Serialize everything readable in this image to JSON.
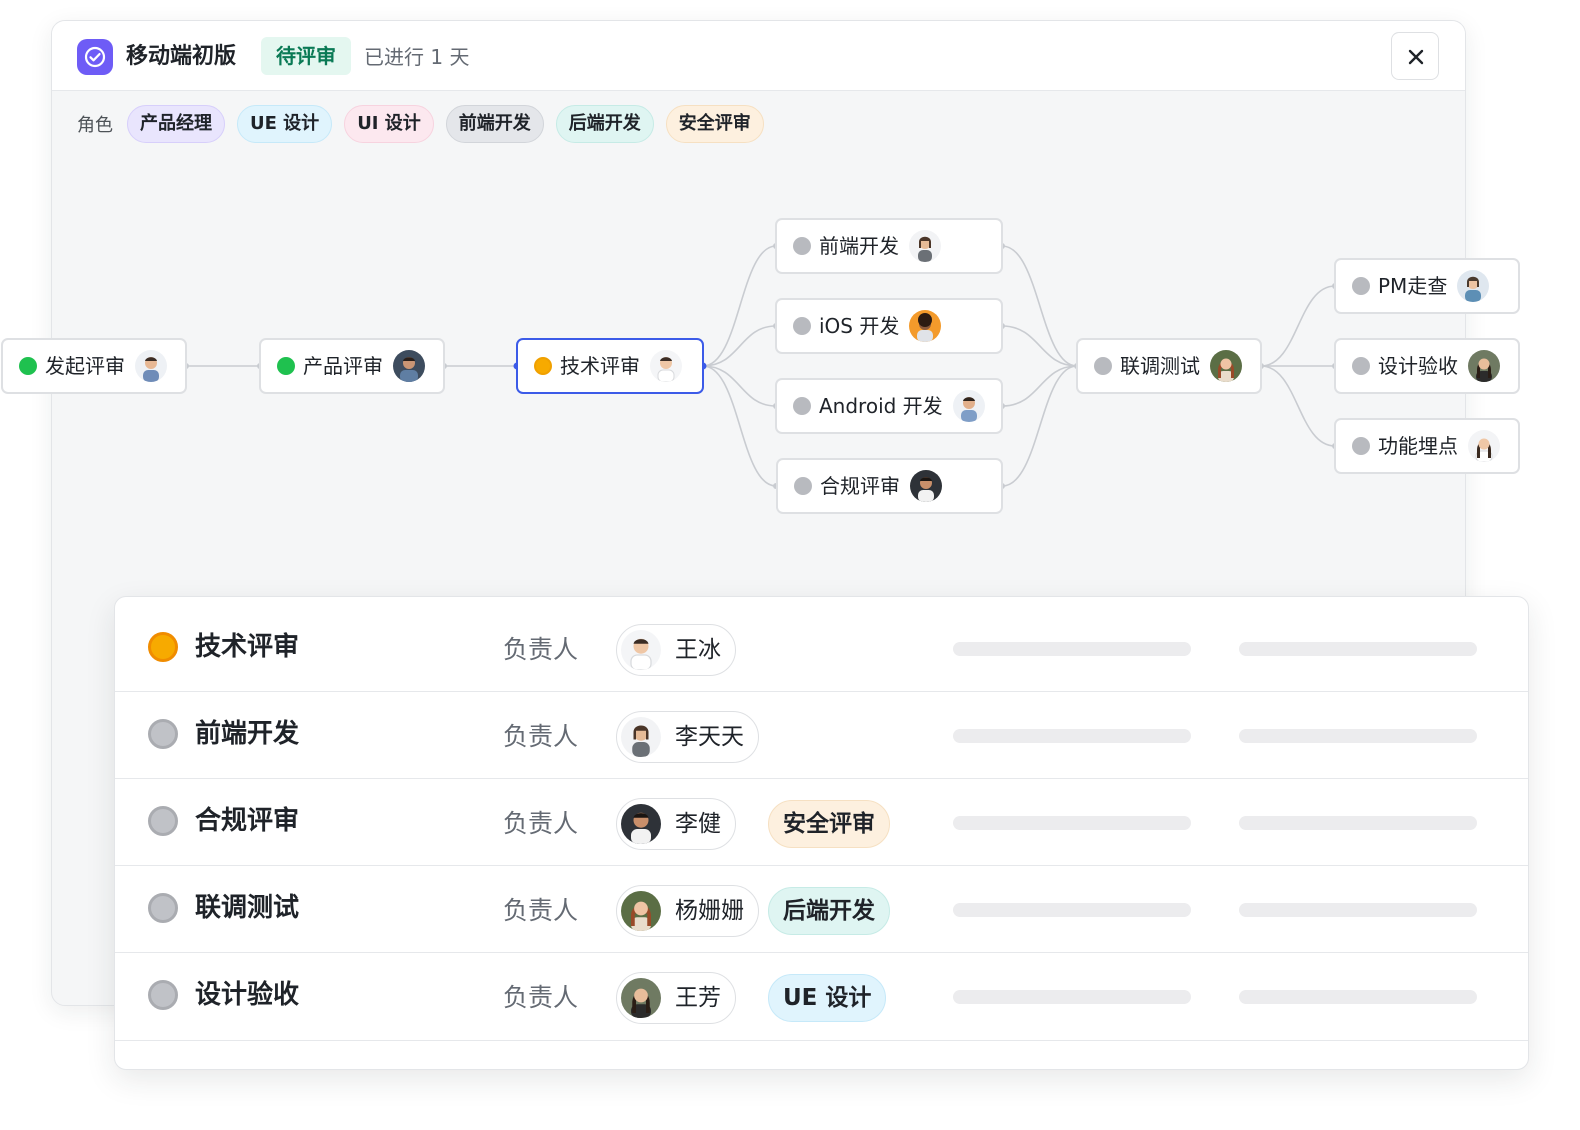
{
  "window": {
    "title": "移动端初版",
    "status": "待评审",
    "elapsed": "已进行 1 天",
    "logo_icon": "check-circle-icon",
    "close_icon": "close-icon"
  },
  "roles": {
    "label": "角色",
    "tags": [
      {
        "label": "产品经理",
        "bg": "#e9e5fd",
        "border": "#d7cffb"
      },
      {
        "label": "UE 设计",
        "bg": "#e0f4fd",
        "border": "#c6e9f9"
      },
      {
        "label": "UI 设计",
        "bg": "#fce8ef",
        "border": "#f7d3df"
      },
      {
        "label": "前端开发",
        "bg": "#e4e6ea",
        "border": "#d2d5da"
      },
      {
        "label": "后端开发",
        "bg": "#dff5f2",
        "border": "#c6ebe6"
      },
      {
        "label": "安全评审",
        "bg": "#fdf0df",
        "border": "#f6e0c2"
      }
    ]
  },
  "flow": {
    "nodes": [
      {
        "id": "start",
        "label": "发起评审",
        "status": "done"
      },
      {
        "id": "product",
        "label": "产品评审",
        "status": "done"
      },
      {
        "id": "tech",
        "label": "技术评审",
        "status": "in-progress"
      },
      {
        "id": "frontend",
        "label": "前端开发",
        "status": "pending"
      },
      {
        "id": "ios",
        "label": "iOS 开发",
        "status": "pending"
      },
      {
        "id": "android",
        "label": "Android 开发",
        "status": "pending"
      },
      {
        "id": "compliance",
        "label": "合规评审",
        "status": "pending"
      },
      {
        "id": "integration",
        "label": "联调测试",
        "status": "pending"
      },
      {
        "id": "pm",
        "label": "PM走查",
        "status": "pending"
      },
      {
        "id": "design",
        "label": "设计验收",
        "status": "pending"
      },
      {
        "id": "tracking",
        "label": "功能埋点",
        "status": "pending"
      }
    ]
  },
  "details": {
    "owner_label": "负责人",
    "rows": [
      {
        "title": "技术评审",
        "status": "in-progress",
        "owner": "王冰",
        "tag": ""
      },
      {
        "title": "前端开发",
        "status": "pending",
        "owner": "李天天",
        "tag": ""
      },
      {
        "title": "合规评审",
        "status": "pending",
        "owner": "李健",
        "tag": "安全评审",
        "tag_bg": "#fdf0df",
        "tag_border": "#f6e0c2"
      },
      {
        "title": "联调测试",
        "status": "pending",
        "owner": "杨姗姗",
        "tag": "后端开发",
        "tag_bg": "#dff5f2",
        "tag_border": "#c6ebe6"
      },
      {
        "title": "设计验收",
        "status": "pending",
        "owner": "王芳",
        "tag": "UE 设计",
        "tag_bg": "#e0f4fd",
        "tag_border": "#c6e9f9"
      }
    ]
  },
  "colors": {
    "accent": "#3c5be8",
    "done": "#1fc14f",
    "in_progress": "#f7aa00",
    "pending": "#b8babf",
    "logo": "#6e5cf6",
    "status_tag": "#0a7a55"
  }
}
